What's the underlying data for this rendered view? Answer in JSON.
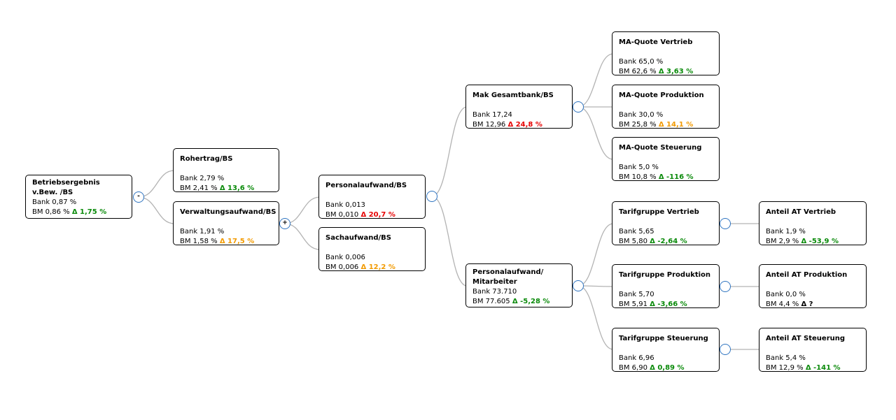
{
  "nodes": {
    "root": {
      "title": "Betriebsergebnis v.Bew. /BS",
      "bank": "Bank 0,87 %",
      "bm": "BM 0,86 %",
      "delta": "Δ 1,75 %"
    },
    "roh": {
      "title": "Rohertrag/BS",
      "bank": "Bank 2,79 %",
      "bm": "BM 2,41 %",
      "delta": "Δ 13,6 %"
    },
    "verw": {
      "title": "Verwaltungsaufwand/BS",
      "bank": "Bank 1,91 %",
      "bm": "BM 1,58 %",
      "delta": "Δ 17,5 %"
    },
    "pers": {
      "title": "Personalaufwand/BS",
      "bank": "Bank 0,013",
      "bm": "BM 0,010",
      "delta": "Δ 20,7 %"
    },
    "sach": {
      "title": "Sachaufwand/BS",
      "bank": "Bank 0,006",
      "bm": "BM 0,006",
      "delta": "Δ 12,2 %"
    },
    "mak": {
      "title": "Mak Gesamtbank/BS",
      "bank": "Bank 17,24",
      "bm": "BM 12,96",
      "delta": "Δ 24,8 %"
    },
    "pm": {
      "title": "Personalaufwand/ Mitarbeiter",
      "bank": "Bank 73.710",
      "bm": "BM 77.605",
      "delta": "Δ -5,28 %"
    },
    "mav": {
      "title": "MA-Quote Vertrieb",
      "bank": "Bank 65,0 %",
      "bm": "BM 62,6 %",
      "delta": "Δ 3,63 %"
    },
    "map": {
      "title": "MA-Quote Produktion",
      "bank": "Bank 30,0 %",
      "bm": "BM 25,8 %",
      "delta": "Δ 14,1 %"
    },
    "mas": {
      "title": "MA-Quote Steuerung",
      "bank": "Bank 5,0 %",
      "bm": "BM 10,8 %",
      "delta": "Δ -116 %"
    },
    "tgv": {
      "title": "Tarifgruppe Vertrieb",
      "bank": "Bank 5,65",
      "bm": "BM 5,80",
      "delta": "Δ -2,64 %"
    },
    "tgp": {
      "title": "Tarifgruppe Produktion",
      "bank": "Bank 5,70",
      "bm": "BM 5,91",
      "delta": "Δ -3,66 %"
    },
    "tgs": {
      "title": "Tarifgruppe Steuerung",
      "bank": "Bank 6,96",
      "bm": "BM 6,90",
      "delta": "Δ 0,89 %"
    },
    "atv": {
      "title": "Anteil AT Vertrieb",
      "bank": "Bank 1,9 %",
      "bm": "BM 2,9 %",
      "delta": "Δ -53,9 %"
    },
    "atp": {
      "title": "Anteil AT Produktion",
      "bank": "Bank 0,0 %",
      "bm": "BM 4,4 %",
      "delta": "Δ ?"
    },
    "ats": {
      "title": "Anteil AT Steuerung",
      "bank": "Bank 5,4 %",
      "bm": "BM 12,9 %",
      "delta": "Δ -141 %"
    }
  },
  "toggles": {
    "root": "-",
    "verw": "+",
    "pers": "",
    "mak": "",
    "pm": "",
    "tgv": "",
    "tgp": "",
    "tgs": ""
  },
  "colors": {
    "positive": "#0a8a0a",
    "warning": "#f29a00",
    "negative": "#e60000",
    "link": "#b3b3b3",
    "toggle_border": "#2f74c0"
  }
}
